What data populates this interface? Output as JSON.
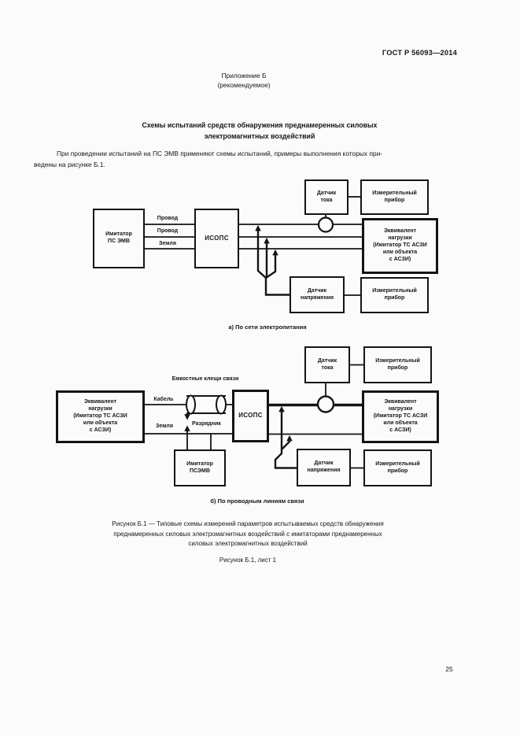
{
  "page": {
    "doc_code": "ГОСТ Р 56093—2014",
    "annex_label": "Приложение Б",
    "annex_type": "(рекомендуемое)",
    "title": "Схемы испытаний средств обнаружения преднамеренных силовых\nэлектромагнитных воздействий",
    "intro": "При проведении испытаний на ПС ЭМВ применяют схемы испытаний, примеры выполнения которых при-\nведены на рисунке Б.1.",
    "figure_caption": "Рисунок Б.1 — Типовые схемы измерений параметров испытываемых средств обнаружения\nпреднамеренных силовых электромагнитных воздействий с имитаторами преднамеренных\nсиловых электромагнитных воздействий",
    "figure_sheet": "Рисунок Б.1, лист 1",
    "page_number": "25"
  },
  "colors": {
    "paper": "#fbfbfb",
    "ink": "#161616",
    "line": "#141414"
  },
  "diagram_a": {
    "caption": "а) По сети электропитания",
    "boxes": {
      "imitator": "Имитатор\nПС ЭМВ",
      "isops": "ИСОПС",
      "current_sensor": "Датчик\nтока",
      "meter_top": "Измерительный\nприбор",
      "load_equivalent": "Эквивалент\nнагрузки\n(Имитатор ТС АСЗИ\nили объекта\nс АСЗИ)",
      "voltage_sensor": "Датчик\nнапряжения",
      "meter_bottom": "Измерительный\nприбор"
    },
    "wire_labels": [
      "Провод",
      "Провод",
      "Земля"
    ]
  },
  "diagram_b": {
    "caption": "б) По проводным линиям связи",
    "coupling_clamp_label": "Емкостные клещи связи",
    "boxes": {
      "load_equivalent_left": "Эквивалент\nнагрузки\n(Имитатор ТС АСЗИ\nили объекта\nс АСЗИ)",
      "isops": "ИСОПС",
      "imitator": "Имитатор\nПСЭМВ",
      "current_sensor": "Датчик\nтока",
      "meter_top": "Измерительный\nприбор",
      "load_equivalent_right": "Эквивалент\nнагрузки\n(Имитатор ТС АСЗИ\nили объекта\nс АСЗИ)",
      "voltage_sensor": "Датчик\nнапряжения",
      "meter_bottom": "Измерительный\nприбор"
    },
    "wire_labels": {
      "cable": "Кабель",
      "ground": "Земля",
      "arrester": "Разрядник"
    }
  }
}
